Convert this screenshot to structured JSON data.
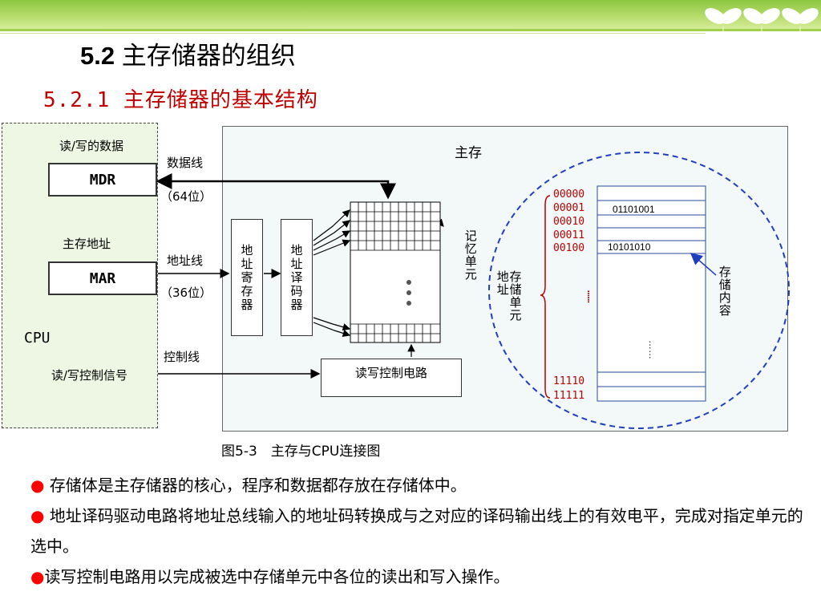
{
  "slide": {
    "title_number": "5.2",
    "title_text": "主存储器的组织",
    "subtitle": "5.2.1 主存储器的基本结构"
  },
  "diagram": {
    "cpu": {
      "rw_data_label": "读/写的数据",
      "mdr_label": "MDR",
      "main_addr_label": "主存地址",
      "mar_label": "MAR",
      "cpu_label": "CPU",
      "rw_ctrl_label": "读/写控制信号"
    },
    "buses": {
      "data_line": "数据线",
      "data_width": "（64位）",
      "addr_line": "地址线",
      "addr_width": "（36位）",
      "ctrl_line": "控制线"
    },
    "memory": {
      "title": "主存",
      "addr_register": "地址寄存器",
      "addr_decoder": "地址译码器",
      "memory_cell": "记忆单元",
      "rw_circuit": "读写控制电路",
      "storage_addr": "存储单元地址",
      "storage_content": "存储内容",
      "addresses_top": [
        "00000",
        "00001",
        "00010",
        "00011",
        "00100"
      ],
      "addresses_bottom": [
        "11110",
        "11111"
      ],
      "cell_values": [
        {
          "row": 1,
          "value": "01101001"
        },
        {
          "row": 4,
          "value": "10101010"
        }
      ],
      "ellipsis": "……"
    },
    "caption": "图5-3　主存与CPU连接图"
  },
  "bullets": [
    {
      "marker": "●",
      "text": " 存储体是主存储器的核心，程序和数据都存放在存储体中。"
    },
    {
      "marker": "●",
      "text": " 地址译码驱动电路将地址总线输入的地址码转换成与之对应的译码输出线上的有效电平，完成对指定单元的选中。"
    },
    {
      "marker": "●",
      "text": "读写控制电路用以完成被选中存储单元中各位的读出和写入操作。"
    }
  ],
  "colors": {
    "header_green": "#8cc63f",
    "subtitle_red": "#c00000",
    "address_red": "#c00000",
    "bullet_red": "#ff0000",
    "ellipse_blue": "#1f3fbf",
    "pointer_blue": "#1f3fbf"
  }
}
